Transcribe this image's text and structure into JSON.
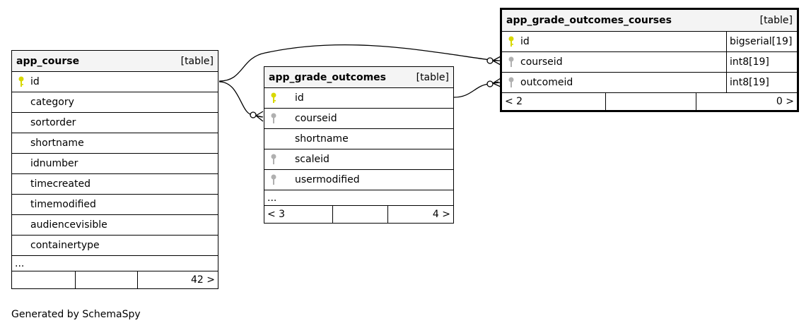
{
  "tables": {
    "course": {
      "name": "app_course",
      "kind": "[table]",
      "columns": [
        "id",
        "category",
        "sortorder",
        "shortname",
        "idnumber",
        "timecreated",
        "timemodified",
        "audiencevisible",
        "containertype"
      ],
      "more": "...",
      "footer": [
        "",
        "",
        "42 >"
      ]
    },
    "outcomes": {
      "name": "app_grade_outcomes",
      "kind": "[table]",
      "columns": [
        "id",
        "courseid",
        "shortname",
        "scaleid",
        "usermodified"
      ],
      "more": "...",
      "footer": [
        "< 3",
        "",
        "4 >"
      ]
    },
    "outcomes_courses": {
      "name": "app_grade_outcomes_courses",
      "kind": "[table]",
      "columns": [
        "id",
        "courseid",
        "outcomeid"
      ],
      "types": [
        "bigserial[19]",
        "int8[19]",
        "int8[19]"
      ],
      "footer": [
        "< 2",
        "",
        "0 >"
      ]
    }
  },
  "icons": {
    "primary": "primary-key-icon",
    "foreign": "foreign-key-icon"
  },
  "colors": {
    "primary_key": "#d8d800",
    "foreign_key": "#b0b0b0",
    "header_bg": "#f4f4f4"
  },
  "footer_text": "Generated by SchemaSpy"
}
